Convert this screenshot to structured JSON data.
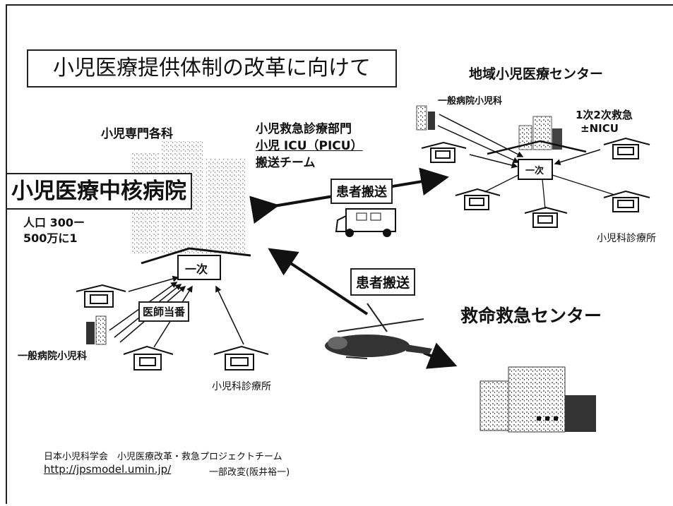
{
  "title": "小児医療提供体制の改革に向けて",
  "core_hospital": {
    "label": "小児医療中核病院",
    "population_line1": "人口 300ー",
    "population_line2": "500万に1",
    "specialties_label": "小児専門各科",
    "ichiji": "一次",
    "doctor_duty": "医師当番",
    "general_hospital": "一般病院小児科",
    "clinic": "小児科診療所"
  },
  "emergency_dept": {
    "line1": "小児救急診療部門",
    "line2": "小児 ICU（PICU）",
    "line3": "搬送チーム"
  },
  "transport": {
    "ambulance_label": "患者搬送",
    "helicopter_label": "患者搬送"
  },
  "regional_center": {
    "title": "地域小児医療センター",
    "general_hospital": "一般病院小児科",
    "emergency_line1": "1次2次救急",
    "emergency_line2": "±NICU",
    "ichiji": "一次",
    "clinic": "小児科診療所"
  },
  "critical_care_center": {
    "title": "救命救急センター"
  },
  "footer": {
    "credit": "日本小児科学会　小児医療改革・救急プロジェクトチーム",
    "url": "http://jpsmodel.umin.jp/",
    "modified": "一部改変(阪井裕一)"
  }
}
